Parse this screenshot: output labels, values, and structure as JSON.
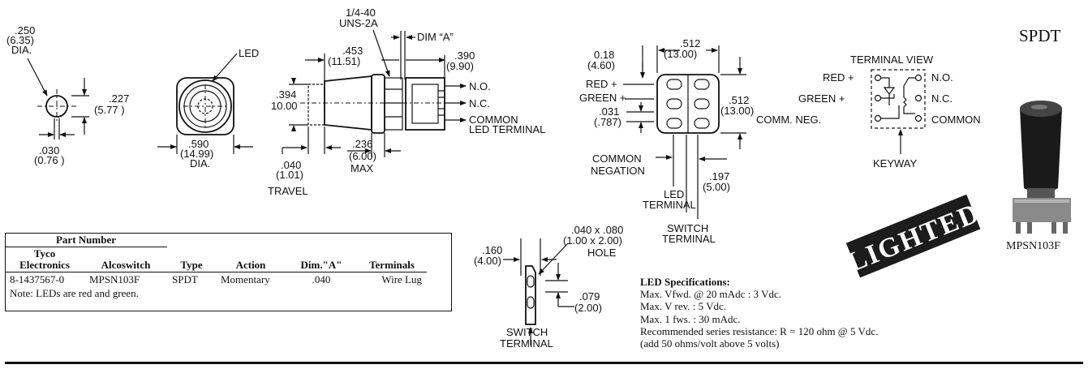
{
  "title": "SPDT",
  "product_label": "MPSN103F",
  "stamp": "LIGHTED",
  "front_view": {
    "dia_in": ".250",
    "dia_mm": "(6.35)",
    "dia_word": "DIA.",
    "offset_in": ".227",
    "offset_mm": "(5.77 )",
    "gap_in": ".030",
    "gap_mm": "(0.76 )"
  },
  "body_view": {
    "led_label": "LED",
    "width_in": ".590",
    "width_mm": "(14.99)",
    "width_word": "DIA."
  },
  "side_view": {
    "thread_1": "1/4-40",
    "thread_2": "UNS-2A",
    "dim_a": "DIM “A”",
    "len_in": ".453",
    "len_mm": "(11.51)",
    "bush_in": ".390",
    "bush_mm": "(9.90)",
    "hgt_in": ".394",
    "hgt_mm": "10.00",
    "max_in": ".236",
    "max_mm": "(6.00)",
    "max_word": "MAX",
    "travel_in": ".040",
    "travel_mm": "(1.01)",
    "travel_word": "TRAVEL",
    "term_no": "N.O.",
    "term_nc": "N.C.",
    "term_common": "COMMON",
    "term_led": "LED TERMINAL"
  },
  "bottom_view": {
    "w_in": ".512",
    "w_mm": "(13.00)",
    "h_in": ".512",
    "h_mm": "(13.00)",
    "pin_in": "0.18",
    "pin_mm": "(4.60)",
    "red": "RED +",
    "green": "GREEN +",
    "sp_in": ".031",
    "sp_mm": "(.787)",
    "common_1": "COMMON",
    "common_2": "NEGATION",
    "led_1": "LED",
    "led_2": "TERMINAL",
    "sw_1": "SWITCH",
    "sw_2": "TERMINAL",
    "p_in": ".197",
    "p_mm": "(5.00)"
  },
  "terminal_view": {
    "title": "TERMINAL VIEW",
    "red": "RED +",
    "green": "GREEN +",
    "comm": "COMM. NEG.",
    "no": "N.O.",
    "nc": "N.C.",
    "common": "COMMON",
    "keyway": "KEYWAY"
  },
  "switch_terminal": {
    "w_in": ".160",
    "w_mm": "(4.00)",
    "hole_1": ".040 x .080",
    "hole_2": "(1.00 x 2.00)",
    "hole_3": "HOLE",
    "t_in": ".079",
    "t_mm": "(2.00)",
    "label_1": "SWITCH",
    "label_2": "TERMINAL"
  },
  "table": {
    "group_header": "Part Number",
    "headers": [
      "Tyco Electronics",
      "Alcoswitch",
      "Type",
      "Action",
      "Dim.\"A\"",
      "Terminals"
    ],
    "row": [
      "8-1437567-0",
      "MPSN103F",
      "SPDT",
      "Momentary",
      ".040",
      "Wire Lug"
    ],
    "note": "Note: LEDs are red and green."
  },
  "led_specs": {
    "heading": "LED Specifications:",
    "lines": [
      "Max. Vfwd. @ 20 mAdc : 3 Vdc.",
      "Max. V rev. : 5 Vdc.",
      "Max. 1 fws. : 30 mAdc.",
      "Recommended series resistance: R = 120 ohm @ 5 Vdc.",
      "(add 50 ohms/volt above 5 volts)"
    ]
  }
}
